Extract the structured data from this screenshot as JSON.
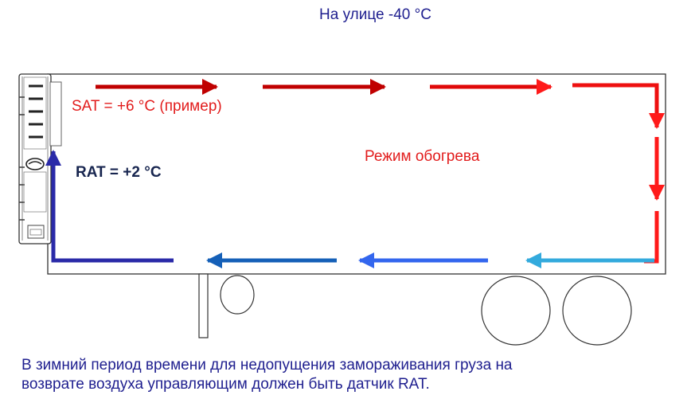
{
  "labels": {
    "outside_temperature": "На улице -40 °C",
    "sat": "SAT = +6 °C (пример)",
    "rat": "RAT = +2 °C",
    "mode": "Режим обогрева"
  },
  "caption": {
    "line1": "В зимний период времени для недопущения замораживания груза на",
    "line2": "возврате воздуха управляющим должен быть датчик RAT."
  },
  "colors": {
    "supply_air": "#c00000",
    "supply_air_bright": "#ff1a1a",
    "return_air_light": "#33aadd",
    "return_air_mid": "#3366ee",
    "return_air_dark": "#1560b8",
    "return_air_unit": "#2a2aa8",
    "outline": "#333333",
    "text_dark_blue": "#1f1f8f",
    "text_red": "#e21c1c"
  }
}
